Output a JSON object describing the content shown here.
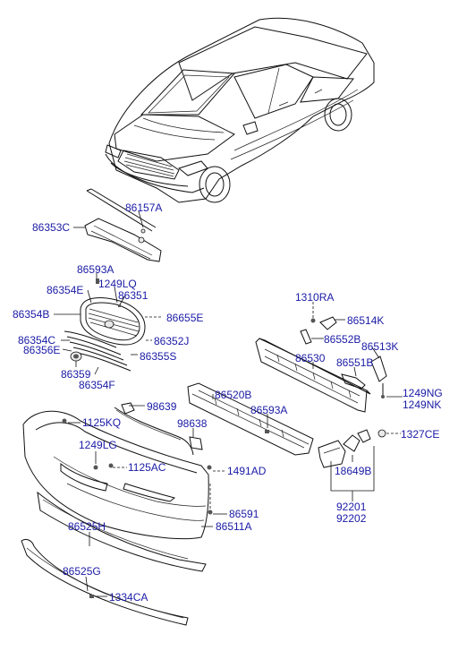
{
  "colors": {
    "label": "#1a1aa6",
    "line": "#111111"
  },
  "labels": {
    "p86157A": "86157A",
    "p86353C": "86353C",
    "p86593A_top": "86593A",
    "p1249LQ": "1249LQ",
    "p86354E": "86354E",
    "p86351": "86351",
    "p86655E": "86655E",
    "p86354B": "86354B",
    "p86352J": "86352J",
    "p86354C": "86354C",
    "p86356E": "86356E",
    "p86355S": "86355S",
    "p86359": "86359",
    "p86354F": "86354F",
    "p1310RA": "1310RA",
    "p86514K": "86514K",
    "p86552B": "86552B",
    "p86513K": "86513K",
    "p86530": "86530",
    "p86551B": "86551B",
    "p1249NG": "1249NG",
    "p1249NK": "1249NK",
    "p98639": "98639",
    "p86520B": "86520B",
    "p98638": "98638",
    "p86593A_mid": "86593A",
    "p1125KQ": "1125KQ",
    "p1327CE": "1327CE",
    "p1249LG": "1249LG",
    "p1125AC": "1125AC",
    "p1491AD": "1491AD",
    "p18649B": "18649B",
    "p86525H": "86525H",
    "p86591": "86591",
    "p86511A": "86511A",
    "p92201": "92201",
    "p92202": "92202",
    "p86525G": "86525G",
    "p1334CA": "1334CA"
  }
}
